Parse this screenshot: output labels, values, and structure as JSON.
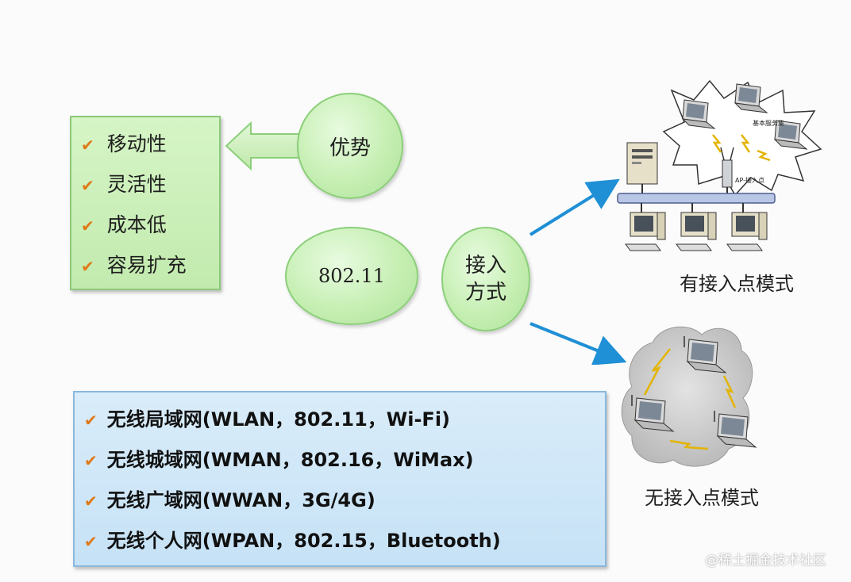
{
  "advantages": {
    "title": "优势",
    "items": [
      "移动性",
      "灵活性",
      "成本低",
      "容易扩充"
    ]
  },
  "standard": {
    "label": "802.11"
  },
  "access": {
    "label": "接入\n方式"
  },
  "modes": {
    "infrastructure": {
      "label": "有接入点模式",
      "cloud_text_1": "基本服务集",
      "cloud_text_2": "AP-接入点"
    },
    "adhoc": {
      "label": "无接入点模式"
    }
  },
  "networks": [
    "无线局域网(WLAN，802.11，Wi-Fi)",
    "无线城域网(WMAN，802.16，WiMax)",
    "无线广域网(WWAN，3G/4G)",
    "无线个人网(WPAN，802.15，Bluetooth)"
  ],
  "watermark": "@稀土掘金技术社区",
  "colors": {
    "check": "#e07818",
    "green_fill": "#c6efb3",
    "blue_fill": "#c6e2f6",
    "arrow_blue": "#1f8fd6"
  },
  "icons": [
    "check-icon",
    "server-icon",
    "desktop-computer-icon",
    "laptop-icon",
    "access-point-icon",
    "lightning-icon"
  ]
}
